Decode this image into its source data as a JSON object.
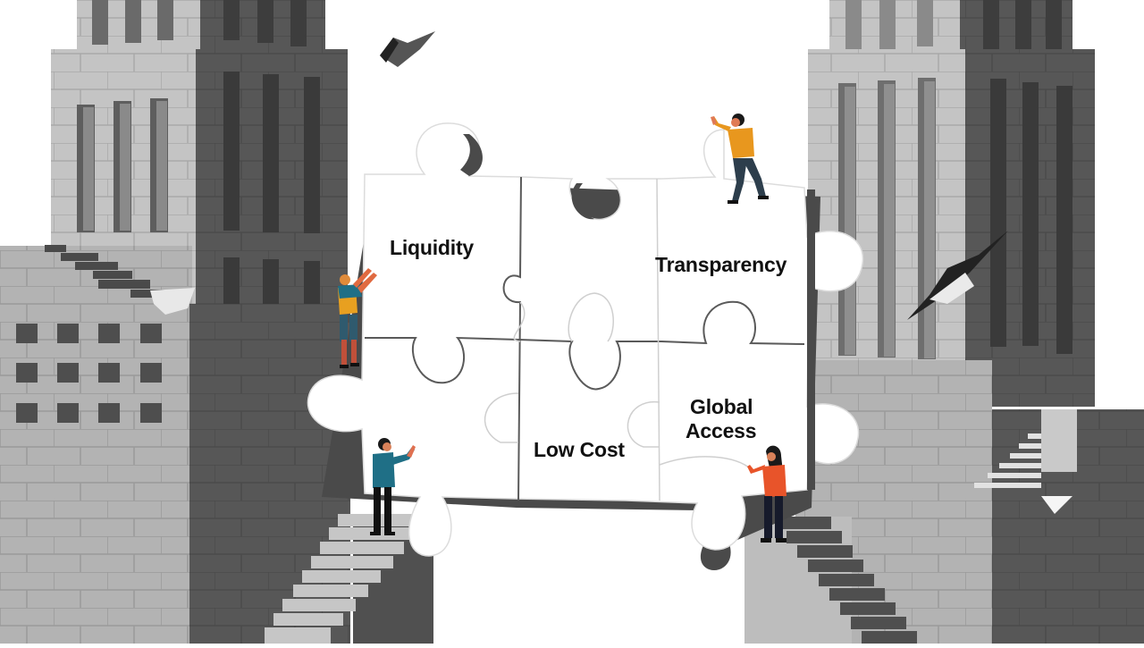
{
  "illustration": {
    "subject": "Two stone towers connected by a bridge of jigsaw puzzle pieces, with people climbing and assembling the pieces",
    "puzzle_labels": {
      "top_left": "Liquidity",
      "top_right": "Transparency",
      "bottom_center": "Low Cost",
      "bottom_right_line1": "Global",
      "bottom_right_line2": "Access"
    },
    "figures": [
      {
        "id": "climber-left",
        "shirt": "#e8a020",
        "position": "left tower, mid"
      },
      {
        "id": "man-teal-left",
        "shirt": "#1f6f86",
        "position": "left stairs top"
      },
      {
        "id": "man-orange-top",
        "shirt": "#e8971e",
        "position": "top right puzzle piece"
      },
      {
        "id": "woman-orange-right",
        "shirt": "#e8542a",
        "position": "right stairs top"
      }
    ],
    "colors": {
      "background": "#ffffff",
      "stone_light": "#c9c9c9",
      "stone_mid": "#a6a6a6",
      "stone_dark": "#5a5a5a",
      "stone_darker": "#454545",
      "puzzle": "#ffffff",
      "puzzle_shadow": "#4a4a4a",
      "text": "#111111"
    }
  }
}
